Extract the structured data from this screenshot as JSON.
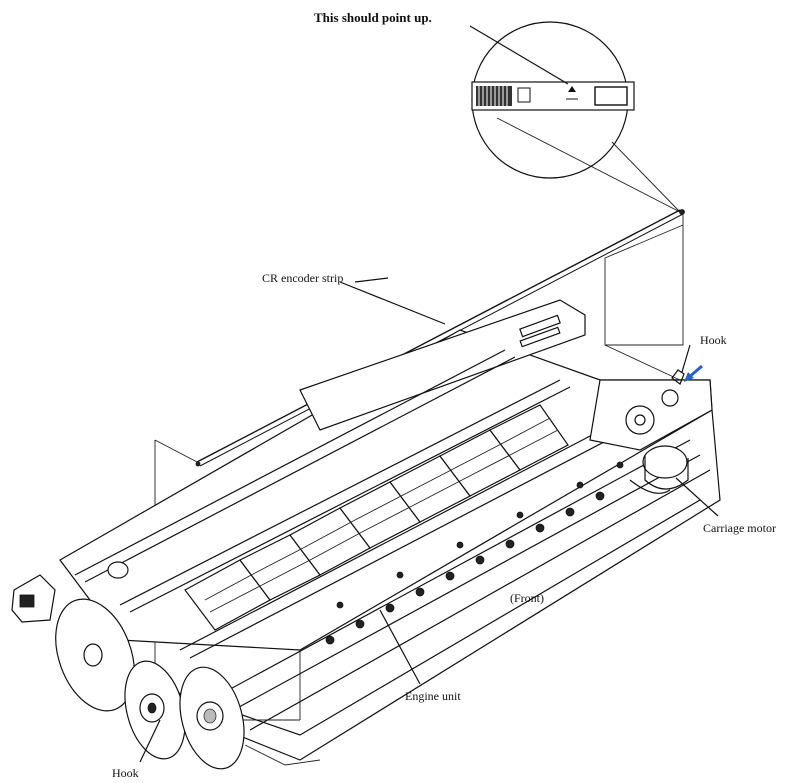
{
  "labels": {
    "callout_note": "This should point up.",
    "encoder_strip": "CR encoder strip",
    "hook_top": "Hook",
    "carriage_motor": "Carriage motor",
    "front": "(Front)",
    "engine_unit": "Engine unit",
    "hook_bottom": "Hook"
  },
  "arrow_color": "#2a62c9"
}
